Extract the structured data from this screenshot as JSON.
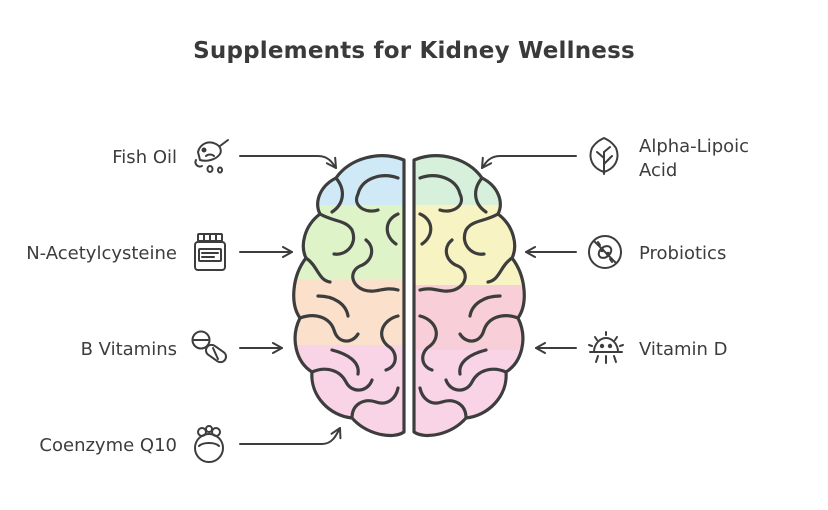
{
  "title": "Supplements for Kidney Wellness",
  "left_items": [
    {
      "label": "Fish Oil",
      "icon": "fish-oil-icon"
    },
    {
      "label": "N-Acetylcysteine",
      "icon": "supplement-jar-icon"
    },
    {
      "label": "B Vitamins",
      "icon": "pills-icon"
    },
    {
      "label": "Coenzyme Q10",
      "icon": "coenzyme-icon"
    }
  ],
  "right_items": [
    {
      "label_line1": "Alpha-Lipoic",
      "label_line2": "Acid",
      "icon": "leaf-icon"
    },
    {
      "label_line1": "Probiotics",
      "icon": "probiotics-icon"
    },
    {
      "label_line1": "Vitamin D",
      "icon": "sun-icon"
    }
  ],
  "colors": {
    "blue": "#cfeaf6",
    "green": "#d7f0dc",
    "lime": "#dff3c8",
    "yellow": "#f8f3c2",
    "orange": "#fbe1cc",
    "pink": "#f8cfd9",
    "rose": "#f9d3e6",
    "stroke": "#3d3d3d"
  }
}
